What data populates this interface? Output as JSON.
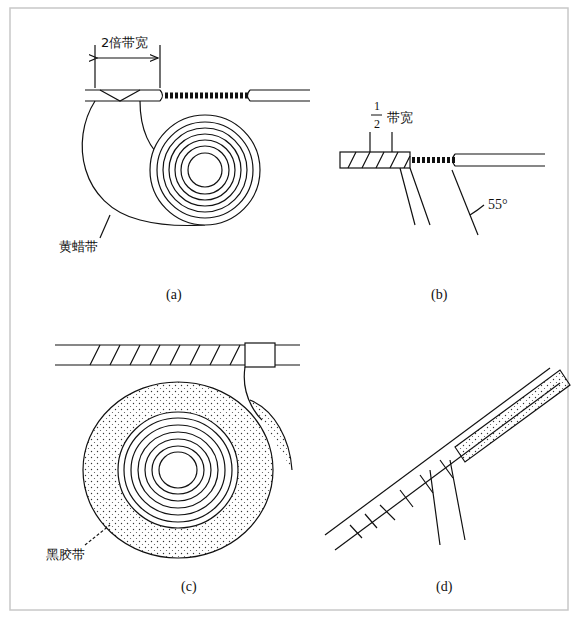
{
  "diagram": {
    "labels": [
      "2倍带宽",
      "黄蜡带",
      "(a)",
      "1",
      "2",
      "带宽",
      "55°",
      "(b)",
      "黑胶带",
      "(c)",
      "(d)"
    ]
  }
}
